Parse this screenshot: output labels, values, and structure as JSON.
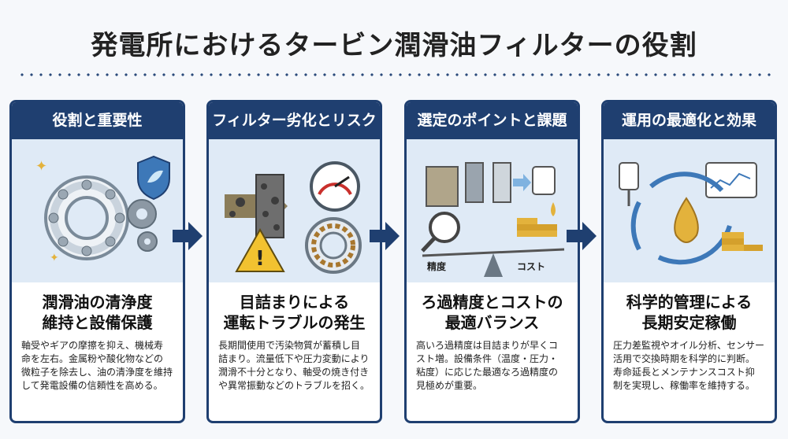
{
  "title": "発電所におけるタービン潤滑油フィルターの役割",
  "cards": [
    {
      "header": "役割と重要性",
      "heading": "潤滑油の清浄度\n維持と設備保護",
      "description": "軸受やギアの摩擦を抑え、機械寿\n命を左右。金属粉や酸化物などの\n微粒子を除去し、油の清浄度を維持\nして発電設備の信頼性を高める。"
    },
    {
      "header": "フィルター劣化とリスク",
      "heading": "目詰まりによる\n運転トラブルの発生",
      "description": "長期間使用で汚染物質が蓄積し目\n詰まり。流量低下や圧力変動により\n潤滑不十分となり、軸受の焼き付き\nや異常振動などのトラブルを招く。"
    },
    {
      "header": "選定のポイントと課題",
      "heading": "ろ過精度とコストの\n最適バランス",
      "description": "高いろ過精度は目詰まりが早くコ\nスト増。設備条件（温度・圧力・\n粘度）に応じた最適なろ過精度の\n見極めが重要。",
      "scale_labels": [
        "精度",
        "コスト"
      ]
    },
    {
      "header": "運用の最適化と効果",
      "heading": "科学的管理による\n長期安定稼働",
      "description": "圧力差監視やオイル分析、センサー\n活用で交換時期を科学的に判断。\n寿命延長とメンテナンスコスト抑\n制を実現し、稼働率を維持する。"
    }
  ],
  "colors": {
    "navy": "#1f3f70",
    "panel": "#dfeaf6",
    "gold": "#e3b23c"
  }
}
